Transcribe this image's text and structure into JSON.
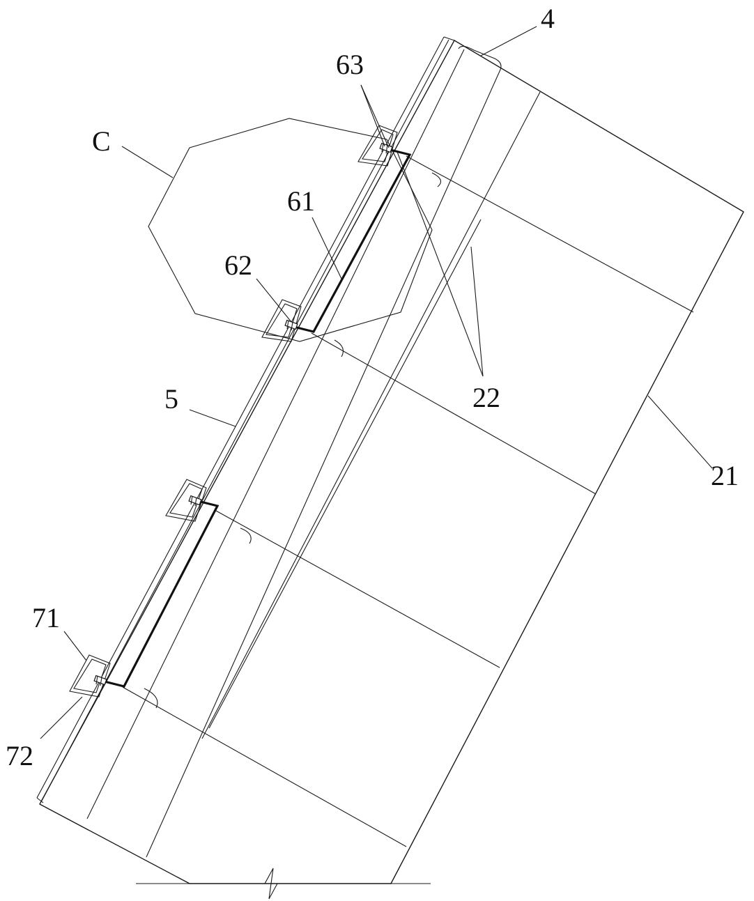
{
  "diagram": {
    "labels": {
      "l4": "4",
      "l63": "63",
      "lC": "C",
      "l61": "61",
      "l62": "62",
      "l22": "22",
      "l5": "5",
      "l21": "21",
      "l71": "71",
      "l72": "72"
    }
  }
}
